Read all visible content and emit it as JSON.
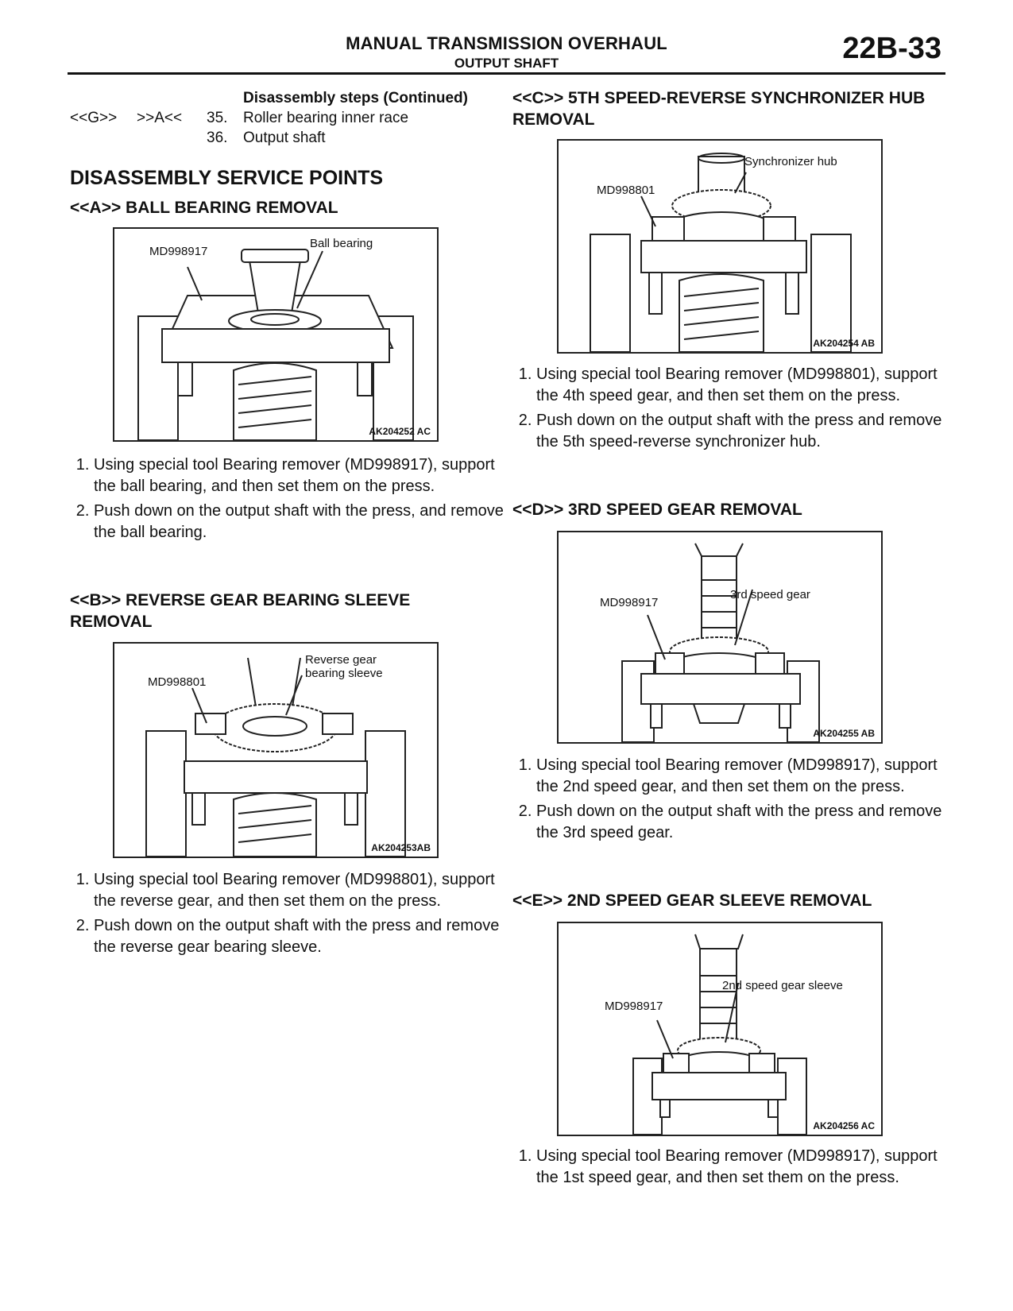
{
  "header": {
    "title": "MANUAL TRANSMISSION OVERHAUL",
    "subtitle": "OUTPUT SHAFT",
    "page_number": "22B-33"
  },
  "steps": {
    "heading": "Disassembly steps (Continued)",
    "rows": [
      {
        "ref1": "<<G>>",
        "ref2": ">>A<<",
        "num": "35.",
        "text": "Roller bearing inner race"
      },
      {
        "ref1": "",
        "ref2": "",
        "num": "36.",
        "text": "Output shaft"
      }
    ]
  },
  "main_heading": "DISASSEMBLY SERVICE POINTS",
  "sections": [
    {
      "heading": "<<A>> BALL BEARING REMOVAL",
      "figure": {
        "labels": [
          "MD998917",
          "Ball bearing"
        ],
        "code": "AK204252 AC"
      },
      "steps": [
        "Using special tool Bearing remover (MD998917), support the ball bearing, and then set them on the press.",
        "Push down on the output shaft with the press, and remove the ball bearing."
      ]
    },
    {
      "heading": "<<B>> REVERSE GEAR BEARING SLEEVE REMOVAL",
      "figure": {
        "labels": [
          "MD998801",
          "Reverse gear bearing sleeve"
        ],
        "code": "AK204253AB"
      },
      "steps": [
        "Using special tool Bearing remover (MD998801), support the reverse gear, and then set them on the press.",
        "Push down on the output shaft with the press and remove the reverse gear bearing sleeve."
      ]
    },
    {
      "heading": "<<C>> 5TH SPEED-REVERSE SYNCHRONIZER HUB REMOVAL",
      "figure": {
        "labels": [
          "MD998801",
          "Synchronizer hub"
        ],
        "code": "AK204254 AB"
      },
      "steps": [
        "Using special tool Bearing remover (MD998801), support the 4th speed gear, and then set them on the press.",
        "Push down on the output shaft with the press and remove the 5th speed-reverse synchronizer hub."
      ]
    },
    {
      "heading": "<<D>> 3RD SPEED GEAR REMOVAL",
      "figure": {
        "labels": [
          "MD998917",
          "3rd speed gear"
        ],
        "code": "AK204255 AB"
      },
      "steps": [
        "Using special tool Bearing remover (MD998917), support the 2nd speed gear, and then set them on the press.",
        "Push down on the output shaft with the press and remove the 3rd speed gear."
      ]
    },
    {
      "heading": "<<E>> 2ND SPEED GEAR SLEEVE REMOVAL",
      "figure": {
        "labels": [
          "MD998917",
          "2nd speed gear sleeve"
        ],
        "code": "AK204256 AC"
      },
      "steps": [
        "Using special tool Bearing remover (MD998917), support the 1st speed gear, and then set them on the press."
      ]
    }
  ]
}
